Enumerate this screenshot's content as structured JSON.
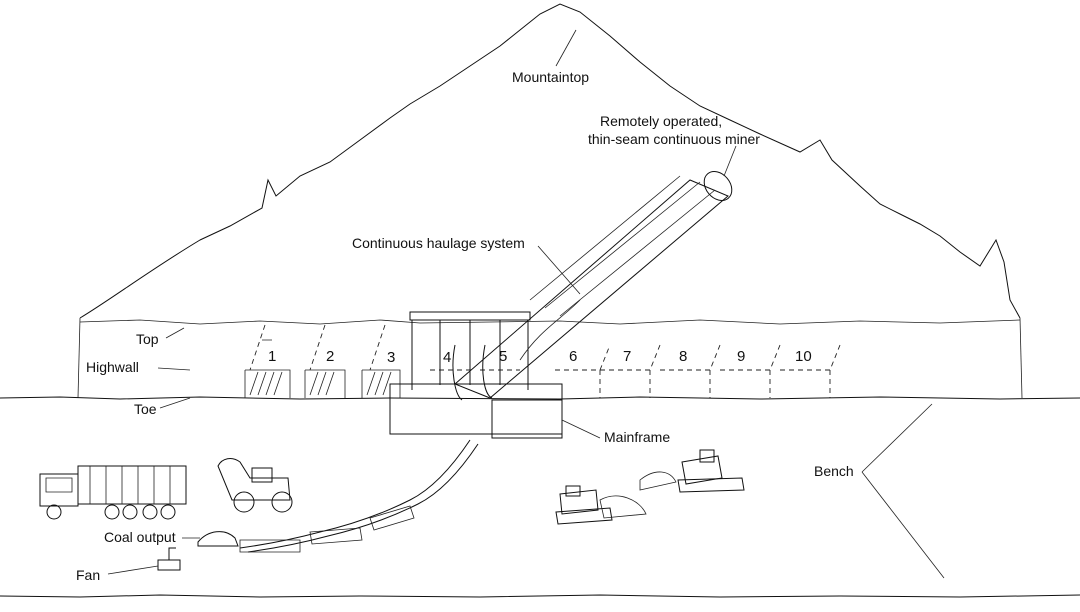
{
  "labels": {
    "mountaintop": "Mountaintop",
    "miner_line1": "Remotely operated,",
    "miner_line2": "thin-seam continuous miner",
    "haulage": "Continuous haulage system",
    "top": "Top",
    "highwall": "Highwall",
    "toe": "Toe",
    "mainframe": "Mainframe",
    "bench": "Bench",
    "coal_output": "Coal output",
    "fan": "Fan"
  },
  "entries": [
    "1",
    "2",
    "3",
    "4",
    "5",
    "6",
    "7",
    "8",
    "9",
    "10"
  ]
}
